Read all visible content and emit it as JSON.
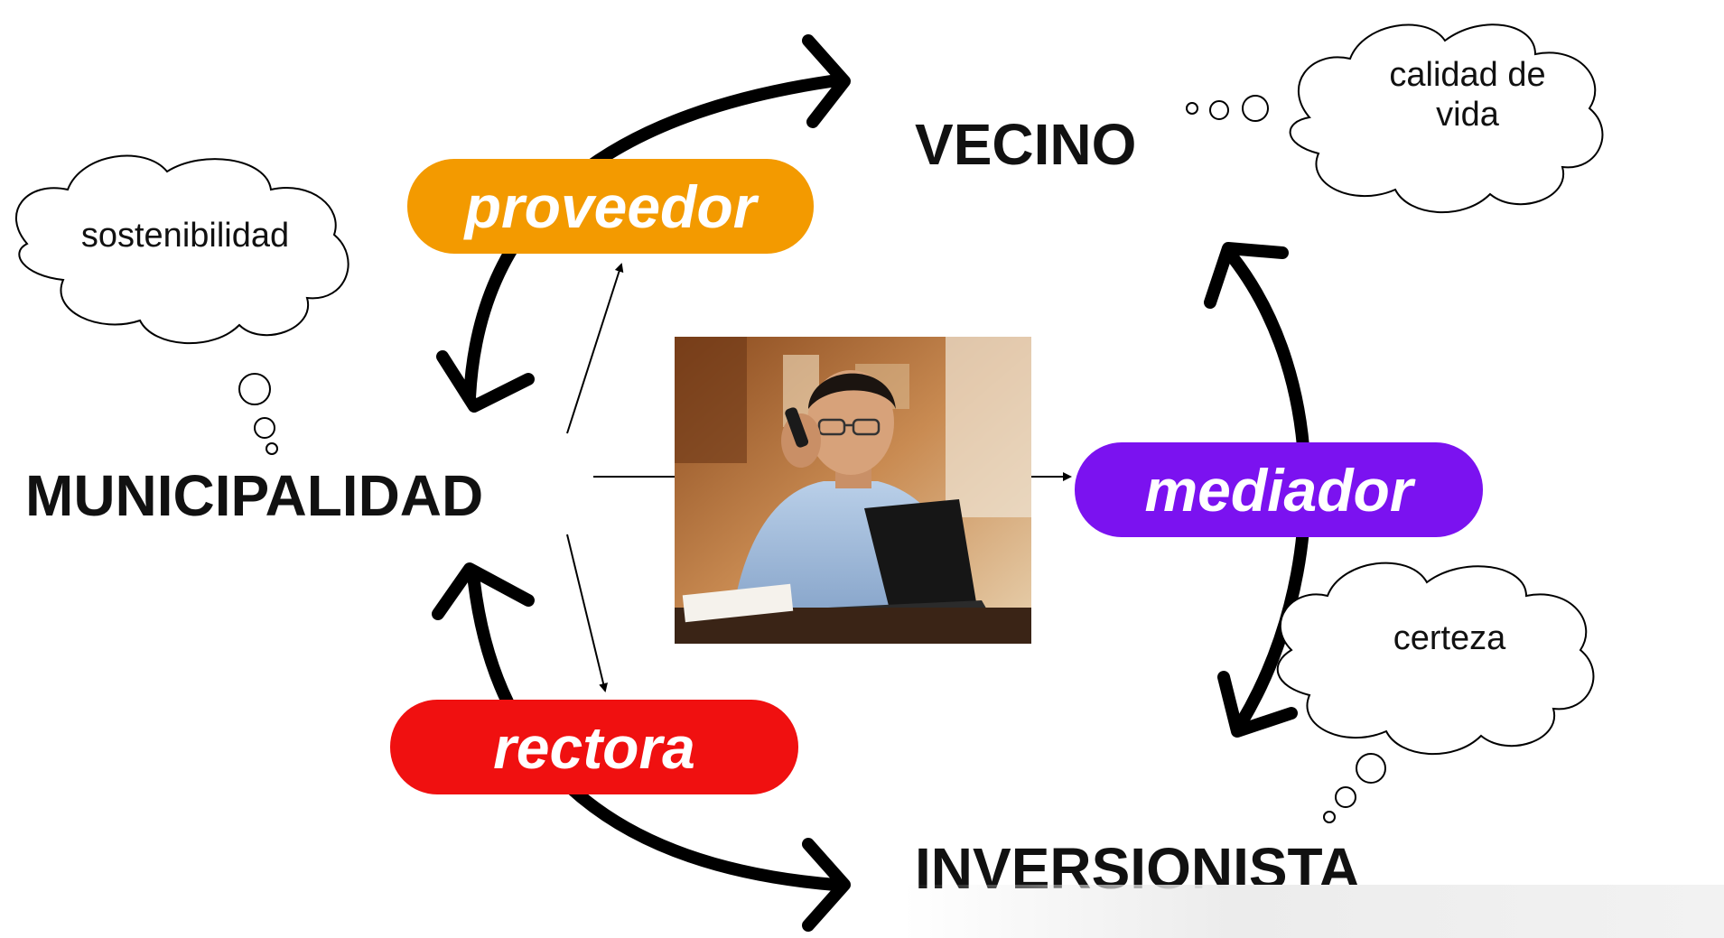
{
  "nodes": {
    "vecino": "VECINO",
    "municipalidad": "MUNICIPALIDAD",
    "inversionista": "INVERSIONISTA"
  },
  "roles": {
    "proveedor": "proveedor",
    "mediador": "mediador",
    "rectora": "rectora"
  },
  "clouds": {
    "vecino_line1": "calidad de",
    "vecino_line2": "vida",
    "municipalidad": "sostenibilidad",
    "inversionista": "certeza"
  },
  "colors": {
    "proveedor": "#F39A00",
    "mediador": "#7B12F0",
    "rectora": "#F01010",
    "arrows": "#000000"
  },
  "photo": {
    "description_icon": "businessman-on-phone-photo"
  }
}
